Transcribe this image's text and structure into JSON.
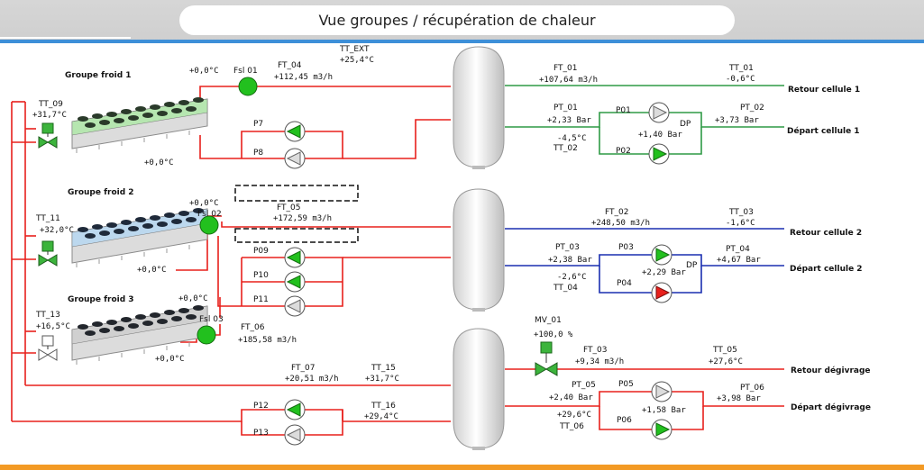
{
  "title": "Vue groupes / récupération de chaleur",
  "groups": {
    "g1": {
      "label": "Groupe froid 1",
      "tt_label": "TT_09",
      "tt_value": "+31,7°C",
      "flow_in": "+0,0°C",
      "flow_out": "+0,0°C",
      "fsl_label": "Fsl 01"
    },
    "g2": {
      "label": "Groupe froid 2",
      "tt_label": "TT_11",
      "tt_value": "+32,0°C",
      "flow_in": "+0,0°C",
      "flow_out": "+0,0°C",
      "fsl_label": "Fsl 02"
    },
    "g3": {
      "label": "Groupe froid 3",
      "tt_label": "TT_13",
      "tt_value": "+16,5°C",
      "flow_in": "+0,0°C",
      "flow_out": "+0,0°C",
      "fsl_label": "Fsl 03"
    }
  },
  "tt_ext": {
    "label": "TT_EXT",
    "value": "+25,4°C"
  },
  "ft_04": {
    "label": "FT_04",
    "value": "+112,45 m3/h"
  },
  "ft_05": {
    "label": "FT_05",
    "value": "+172,59 m3/h"
  },
  "ft_06": {
    "label": "FT_06",
    "value": "+185,58 m3/h"
  },
  "ft_07": {
    "label": "FT_07",
    "value": "+20,51 m3/h"
  },
  "tt_15": {
    "label": "TT_15",
    "value": "+31,7°C"
  },
  "tt_16": {
    "label": "TT_16",
    "value": "+29,4°C"
  },
  "pumps_left": {
    "p7": "P7",
    "p8": "P8",
    "p09": "P09",
    "p10": "P10",
    "p11": "P11",
    "p12": "P12",
    "p13": "P13"
  },
  "cell1": {
    "ft_label": "FT_01",
    "ft_value": "+107,64 m3/h",
    "tt01_label": "TT_01",
    "tt01_value": "-0,6°C",
    "retour": "Retour cellule 1",
    "pt01_label": "PT_01",
    "pt01_value": "+2,33 Bar",
    "tt02_value": "-4,5°C",
    "tt02_label": "TT_02",
    "p01": "P01",
    "p02": "P02",
    "dp_label": "DP",
    "dp_value": "+1,40 Bar",
    "pt02_label": "PT_02",
    "pt02_value": "+3,73 Bar",
    "depart": "Départ cellule 1"
  },
  "cell2": {
    "ft_label": "FT_02",
    "ft_value": "+248,50 m3/h",
    "tt03_label": "TT_03",
    "tt03_value": "-1,6°C",
    "retour": "Retour cellule 2",
    "pt03_label": "PT_03",
    "pt03_value": "+2,38 Bar",
    "tt04_value": "-2,6°C",
    "tt04_label": "TT_04",
    "p03": "P03",
    "p04": "P04",
    "dp_label": "DP",
    "dp_value": "+2,29 Bar",
    "pt04_label": "PT_04",
    "pt04_value": "+4,67 Bar",
    "depart": "Départ cellule 2"
  },
  "degivrage": {
    "mv_label": "MV_01",
    "mv_value": "+100,0 %",
    "ft_label": "FT_03",
    "ft_value": "+9,34 m3/h",
    "tt05_label": "TT_05",
    "tt05_value": "+27,6°C",
    "retour": "Retour dégivrage",
    "pt05_label": "PT_05",
    "pt05_value": "+2,40 Bar",
    "tt06_value": "+29,6°C",
    "tt06_label": "TT_06",
    "p05": "P05",
    "p06": "P06",
    "dp_value": "+1,58 Bar",
    "pt06_label": "PT_06",
    "pt06_value": "+3,98 Bar",
    "depart": "Départ dégivrage"
  },
  "colors": {
    "red": "#e8201c",
    "green": "#2e9a45",
    "blue": "#1a2fb0",
    "pump_on": "#22c01e",
    "pump_fault": "#e8201c"
  }
}
